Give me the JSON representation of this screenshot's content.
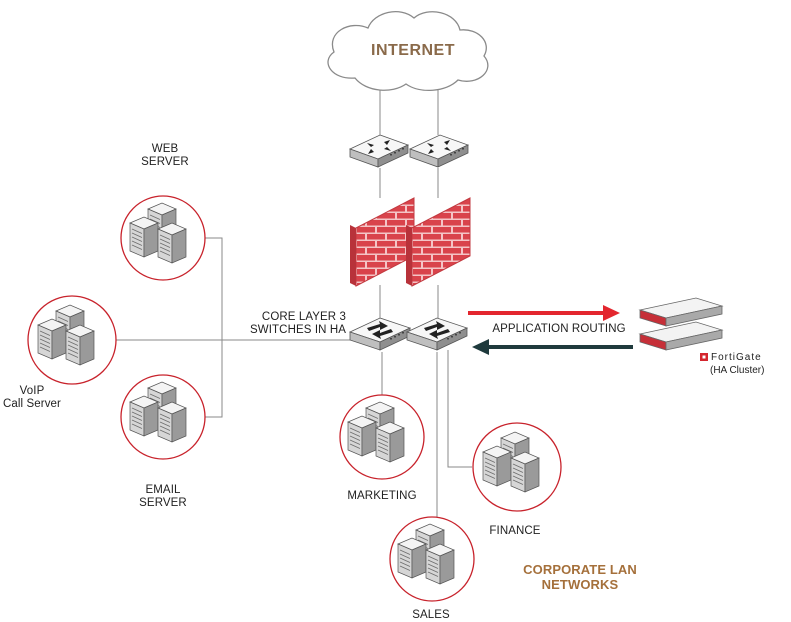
{
  "labels": {
    "internet": "INTERNET",
    "web_server": [
      "WEB",
      "SERVER"
    ],
    "voip": [
      "VoIP",
      "Call Server"
    ],
    "email_server": [
      "EMAIL",
      "SERVER"
    ],
    "core_layer": [
      "CORE LAYER 3",
      "SWITCHES IN HA"
    ],
    "application_routing": "APPLICATION ROUTING",
    "fortigate_logo": "FortiGate",
    "ha_cluster": "(HA Cluster)",
    "marketing": "MARKETING",
    "finance": "FINANCE",
    "sales": "SALES",
    "corporate_lan": [
      "CORPORATE LAN",
      "NETWORKS"
    ]
  },
  "colors": {
    "circle_stroke": "#c8232c",
    "brick_red": "#d9434b",
    "arrow_red": "#e3262e",
    "arrow_dark": "#1f3a3d",
    "line_gray": "#8a8a8a",
    "accent_brown": "#a5703b"
  },
  "icons": [
    "cloud-icon",
    "router-icon",
    "firewall-icon",
    "switch-icon",
    "server-icon",
    "fortigate-appliance-icon"
  ]
}
